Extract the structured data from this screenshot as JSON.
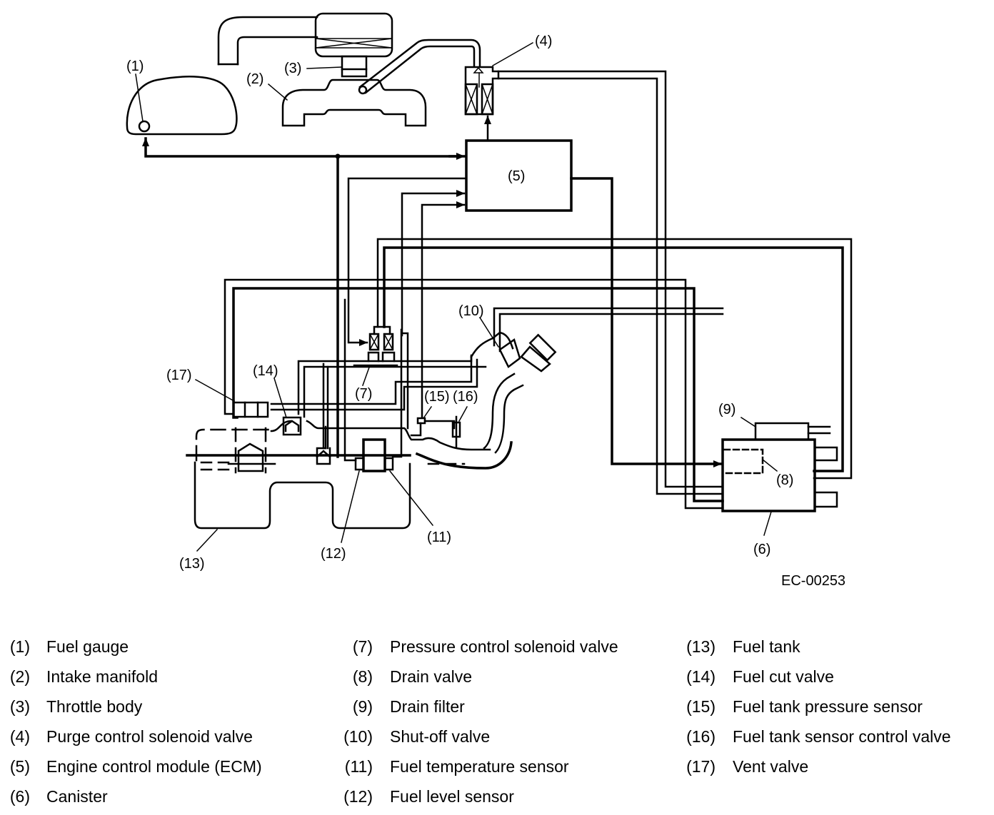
{
  "diagram": {
    "title": "Evaporative emission control system",
    "figure_code": "EC-00253",
    "callouts": {
      "c1": "(1)",
      "c2": "(2)",
      "c3": "(3)",
      "c4": "(4)",
      "c5": "(5)",
      "c6": "(6)",
      "c7": "(7)",
      "c8": "(8)",
      "c9": "(9)",
      "c10": "(10)",
      "c11": "(11)",
      "c12": "(12)",
      "c13": "(13)",
      "c14": "(14)",
      "c15": "(15)",
      "c16": "(16)",
      "c17": "(17)"
    }
  },
  "legend": {
    "items": [
      {
        "num": "(1)",
        "label": "Fuel gauge"
      },
      {
        "num": "(2)",
        "label": "Intake manifold"
      },
      {
        "num": "(3)",
        "label": "Throttle body"
      },
      {
        "num": "(4)",
        "label": "Purge control solenoid valve"
      },
      {
        "num": "(5)",
        "label": "Engine control module (ECM)"
      },
      {
        "num": "(6)",
        "label": "Canister"
      },
      {
        "num": "(7)",
        "label": "Pressure control solenoid valve"
      },
      {
        "num": "(8)",
        "label": "Drain valve"
      },
      {
        "num": "(9)",
        "label": "Drain filter"
      },
      {
        "num": "(10)",
        "label": "Shut-off valve"
      },
      {
        "num": "(11)",
        "label": "Fuel temperature sensor"
      },
      {
        "num": "(12)",
        "label": "Fuel level sensor"
      },
      {
        "num": "(13)",
        "label": "Fuel tank"
      },
      {
        "num": "(14)",
        "label": "Fuel cut valve"
      },
      {
        "num": "(15)",
        "label": "Fuel tank pressure sensor"
      },
      {
        "num": "(16)",
        "label": "Fuel tank sensor control valve"
      },
      {
        "num": "(17)",
        "label": "Vent valve"
      }
    ]
  }
}
